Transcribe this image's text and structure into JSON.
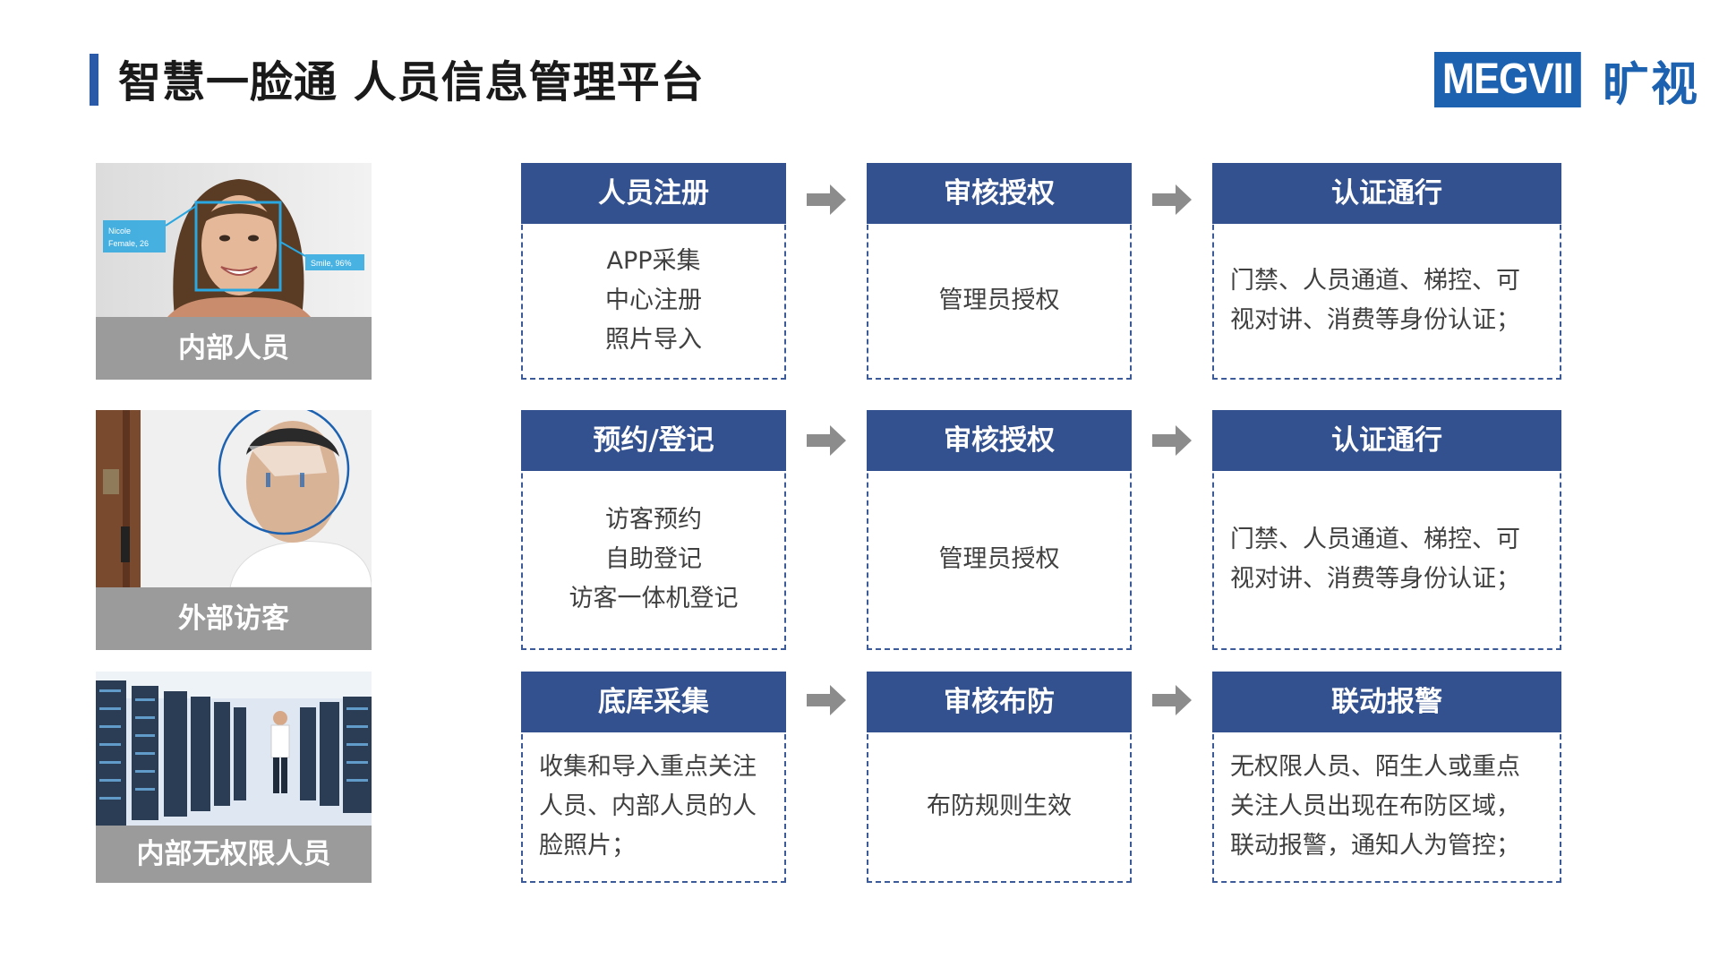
{
  "header": {
    "title": "智慧一脸通 人员信息管理平台"
  },
  "logo": {
    "text_en": "MEGVII",
    "text_cn": "旷视",
    "color": "#1d62b0"
  },
  "colors": {
    "accent": "#2b5aa8",
    "card_header": "#34518f",
    "label_gray": "#9b9b9b",
    "arrow": "#8c8c8c"
  },
  "rows": [
    {
      "photo": {
        "label": "内部人员",
        "icon": "face-recognition-woman-photo",
        "tags": [
          "Nicole",
          "Female, 26",
          "Smile, 96%"
        ]
      },
      "steps": [
        {
          "title": "人员注册",
          "lines": [
            "APP采集",
            "中心注册",
            "照片导入"
          ]
        },
        {
          "title": "审核授权",
          "lines": [
            "管理员授权"
          ]
        },
        {
          "title": "认证通行",
          "lines": [
            "门禁、人员通道、梯控、可",
            "视对讲、消费等身份认证；"
          ]
        }
      ]
    },
    {
      "photo": {
        "label": "外部访客",
        "icon": "face-scan-visitor-photo"
      },
      "steps": [
        {
          "title": "预约/登记",
          "lines": [
            "访客预约",
            "自助登记",
            "访客一体机登记"
          ]
        },
        {
          "title": "审核授权",
          "lines": [
            "管理员授权"
          ]
        },
        {
          "title": "认证通行",
          "lines": [
            "门禁、人员通道、梯控、可",
            "视对讲、消费等身份认证；"
          ]
        }
      ]
    },
    {
      "photo": {
        "label": "内部无权限人员",
        "icon": "server-room-photo"
      },
      "steps": [
        {
          "title": "底库采集",
          "lines": [
            "收集和导入重点关注",
            "人员、内部人员的人",
            "脸照片；"
          ]
        },
        {
          "title": "审核布防",
          "lines": [
            "布防规则生效"
          ]
        },
        {
          "title": "联动报警",
          "lines": [
            "无权限人员、陌生人或重点",
            "关注人员出现在布防区域，",
            "联动报警，通知人为管控；"
          ]
        }
      ]
    }
  ]
}
